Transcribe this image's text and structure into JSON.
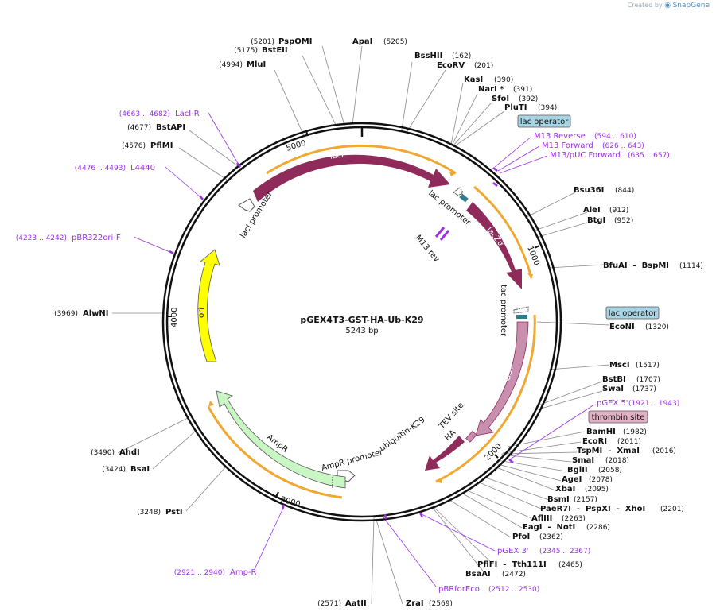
{
  "watermark": {
    "prefix": "Created by",
    "brand": "SnapGene"
  },
  "plasmid": {
    "name": "pGEX4T3-GST-HA-Ub-K29",
    "length": "5243 bp"
  },
  "ticks": [
    "1000",
    "2000",
    "3000",
    "4000",
    "5000"
  ],
  "sites": [
    {
      "id": "psp-omi",
      "name": "PspOMI",
      "pos": "(5201)"
    },
    {
      "id": "apa-i",
      "name": "ApaI",
      "pos": "(5205)"
    },
    {
      "id": "bst-eii",
      "name": "BstEII",
      "pos": "(5175)"
    },
    {
      "id": "bss-hii",
      "name": "BssHII",
      "pos": "(162)"
    },
    {
      "id": "mlu-i",
      "name": "MluI",
      "pos": "(4994)"
    },
    {
      "id": "eco-rv",
      "name": "EcoRV",
      "pos": "(201)"
    },
    {
      "id": "kas-i",
      "name": "KasI",
      "pos": "(390)"
    },
    {
      "id": "nar-i",
      "name": "NarI *",
      "pos": "(391)"
    },
    {
      "id": "sfo-i",
      "name": "SfoI",
      "pos": "(392)"
    },
    {
      "id": "plu-ti",
      "name": "PluTI",
      "pos": "(394)"
    },
    {
      "id": "bst-api",
      "name": "BstAPI",
      "pos": "(4677)"
    },
    {
      "id": "pfl-mi",
      "name": "PflMI",
      "pos": "(4576)"
    },
    {
      "id": "bsu36-i",
      "name": "Bsu36I",
      "pos": "(844)"
    },
    {
      "id": "ale-i",
      "name": "AleI",
      "pos": "(912)"
    },
    {
      "id": "btg-i",
      "name": "BtgI",
      "pos": "(952)"
    },
    {
      "id": "bfu-ai",
      "name": "BfuAI  -  BspMI",
      "pos": "(1114)"
    },
    {
      "id": "alw-ni",
      "name": "AlwNI",
      "pos": "(3969)"
    },
    {
      "id": "eco-ni",
      "name": "EcoNI",
      "pos": "(1320)"
    },
    {
      "id": "msc-i",
      "name": "MscI",
      "pos": "(1517)"
    },
    {
      "id": "bst-bi",
      "name": "BstBI",
      "pos": "(1707)"
    },
    {
      "id": "swa-i",
      "name": "SwaI",
      "pos": "(1737)"
    },
    {
      "id": "bam-hi",
      "name": "BamHI",
      "pos": "(1982)"
    },
    {
      "id": "eco-ri",
      "name": "EcoRI",
      "pos": "(2011)"
    },
    {
      "id": "tsp-mi",
      "name": "TspMI  -  XmaI",
      "pos": "(2016)"
    },
    {
      "id": "sma-i",
      "name": "SmaI",
      "pos": "(2018)"
    },
    {
      "id": "bgl-ii",
      "name": "BglII",
      "pos": "(2058)"
    },
    {
      "id": "age-i",
      "name": "AgeI",
      "pos": "(2078)"
    },
    {
      "id": "xba-i",
      "name": "XbaI",
      "pos": "(2095)"
    },
    {
      "id": "ahd-i",
      "name": "AhdI",
      "pos": "(3490)"
    },
    {
      "id": "bsm-i",
      "name": "BsmI",
      "pos": "(2157)"
    },
    {
      "id": "bsa-i",
      "name": "BsaI",
      "pos": "(3424)"
    },
    {
      "id": "pae-r7i",
      "name": "PaeR7I  -  PspXI  -  XhoI",
      "pos": "(2201)"
    },
    {
      "id": "afl-iii",
      "name": "AflIII",
      "pos": "(2263)"
    },
    {
      "id": "pst-i",
      "name": "PstI",
      "pos": "(3248)"
    },
    {
      "id": "eag-i",
      "name": "EagI  -  NotI",
      "pos": "(2286)"
    },
    {
      "id": "pfo-i",
      "name": "PfoI",
      "pos": "(2362)"
    },
    {
      "id": "pfl-fi",
      "name": "PflFI  -  Tth111I",
      "pos": "(2465)"
    },
    {
      "id": "bsa-ai",
      "name": "BsaAI",
      "pos": "(2472)"
    },
    {
      "id": "aat-ii",
      "name": "AatII",
      "pos": "(2571)"
    },
    {
      "id": "zra-i",
      "name": "ZraI",
      "pos": "(2569)"
    }
  ],
  "primers": [
    {
      "id": "laci-r",
      "name": "LacI-R",
      "pos": "(4663 .. 4682)"
    },
    {
      "id": "l4440",
      "name": "L4440",
      "pos": "(4476 .. 4493)"
    },
    {
      "id": "pbr322ori-f",
      "name": "pBR322ori-F",
      "pos": "(4223 .. 4242)"
    },
    {
      "id": "m13-reverse",
      "name": "M13 Reverse",
      "pos": "(594 .. 610)"
    },
    {
      "id": "m13-forward",
      "name": "M13 Forward",
      "pos": "(626 .. 643)"
    },
    {
      "id": "m13-puc-forward",
      "name": "M13/pUC Forward",
      "pos": "(635 .. 657)"
    },
    {
      "id": "pgex-5",
      "name": "pGEX 5'",
      "pos": "(1921 .. 1943)"
    },
    {
      "id": "pgex-3",
      "name": "pGEX 3'",
      "pos": "(2345 .. 2367)"
    },
    {
      "id": "pbrforeco",
      "name": "pBRforEco",
      "pos": "(2512 .. 2530)"
    },
    {
      "id": "amp-r-primer",
      "name": "Amp-R",
      "pos": "(2921 .. 2940)"
    }
  ],
  "boxed_features": [
    {
      "id": "lac-operator-1",
      "label": "lac operator"
    },
    {
      "id": "lac-operator-2",
      "label": "lac operator"
    },
    {
      "id": "thrombin-site",
      "label": "thrombin site"
    }
  ],
  "features": {
    "laci": "lacI",
    "laci_promoter": "lacI promoter",
    "lac_promoter": "lac promoter",
    "lacz": "lacZα",
    "m13_rev": "M13 rev",
    "tac_promoter": "tac promoter",
    "gst": "GST",
    "tev_site": "TEV site",
    "ha": "HA",
    "ubiquitin": "ubiquitin-K29",
    "ampr": "AmpR",
    "ampr_promoter": "AmpR promoter",
    "ori": "ori"
  },
  "colors": {
    "backbone": "#111111",
    "cds": "#8f2b5a",
    "gst": "#c98faf",
    "ori": "#ffff00",
    "ampr": "#c9f7c4",
    "orange": "#f0a830",
    "primer": "#9b30e6",
    "box_blue": "#a9d4e4",
    "box_pink": "#e2b0c4",
    "teal": "#2f7c8c"
  }
}
